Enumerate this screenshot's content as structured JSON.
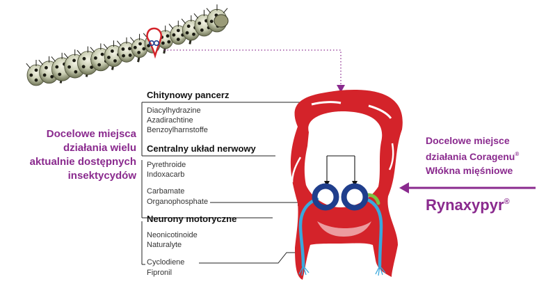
{
  "left_title": {
    "lines": [
      "Docelowe miejsca",
      "działania wielu",
      "aktualnie dostępnych",
      "insektycydów"
    ]
  },
  "right_title": {
    "line1": "Docelowe miejsce",
    "line2_prefix": "działania Coragenu",
    "line2_mark": "®",
    "line3": "Włókna mięśniowe"
  },
  "brand": {
    "name": "Rynaxypyr",
    "mark": "®"
  },
  "sections": [
    {
      "title": "Chitynowy pancerz",
      "items": [
        "Diacylhydrazine",
        "Azadirachtine",
        "Benzoylharnstoffe"
      ]
    },
    {
      "title": "Centralny układ nerwowy",
      "items": [
        "Pyrethroide",
        "Indoxacarb",
        "Carbamate",
        "Organophosphate"
      ]
    },
    {
      "title": "Neurony motoryczne",
      "items": [
        "Neonicotinoide",
        "Naturalyte",
        "Cyclodiene",
        "Fipronil"
      ]
    }
  ],
  "colors": {
    "accent": "#8a2a8e",
    "body_red": "#d4232a",
    "nerve_blue": "#1f3e8c",
    "nerve_cyan": "#3aa8dc",
    "muscle_green": "#7cc242"
  }
}
